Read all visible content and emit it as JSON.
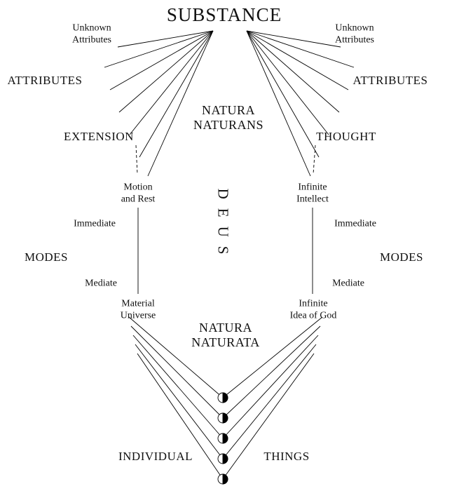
{
  "page": {
    "background": "#ffffff",
    "line_color": "#000000"
  },
  "labels": {
    "substance": "SUBSTANCE",
    "unknown_attributes_left": {
      "line1": "Unknown",
      "line2": "Attributes"
    },
    "unknown_attributes_right": {
      "line1": "Unknown",
      "line2": "Attributes"
    },
    "attributes_left": "ATTRIBUTES",
    "attributes_right": "ATTRIBUTES",
    "natura_naturans": {
      "line1": "NATURA",
      "line2": "NATURANS"
    },
    "extension": "EXTENSION",
    "thought": "THOUGHT",
    "deus": "DEUS",
    "motion_and_rest": {
      "line1": "Motion",
      "line2": "and Rest"
    },
    "infinite_intellect": {
      "line1": "Infinite",
      "line2": "Intellect"
    },
    "immediate_left": "Immediate",
    "immediate_right": "Immediate",
    "modes_left": "MODES",
    "modes_right": "MODES",
    "mediate_left": "Mediate",
    "mediate_right": "Mediate",
    "material_universe": {
      "line1": "Material",
      "line2": "Universe"
    },
    "infinite_idea_of_god": {
      "line1": "Infinite",
      "line2": "Idea of God"
    },
    "natura_naturata": {
      "line1": "NATURA",
      "line2": "NATURATA"
    },
    "individual": "INDIVIDUAL",
    "things": "THINGS"
  }
}
